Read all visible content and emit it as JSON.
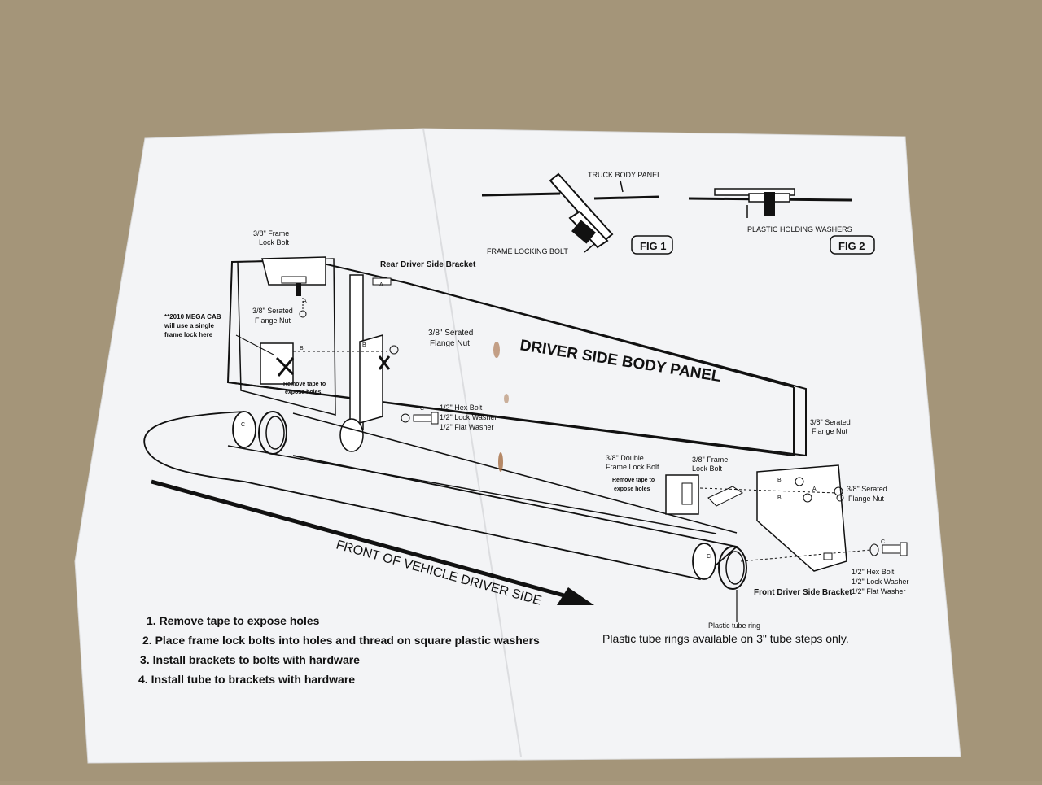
{
  "fig1": {
    "truck_body_panel": "TRUCK BODY PANEL",
    "frame_locking_bolt": "FRAME LOCKING BOLT",
    "label": "FIG 1"
  },
  "fig2": {
    "plastic_holding_washers": "PLASTIC HOLDING WASHERS",
    "label": "FIG 2"
  },
  "rear_bracket": {
    "frame_lock_bolt_1": "3/8\" Frame",
    "frame_lock_bolt_2": "Lock Bolt",
    "title": "Rear Driver Side Bracket",
    "flange_nut_1": "3/8\" Serated",
    "flange_nut_2": "Flange Nut",
    "mega_cab_1": "**2010 MEGA CAB",
    "mega_cab_2": "will use a single",
    "mega_cab_3": "frame lock here",
    "remove_tape_1": "Remove tape to",
    "remove_tape_2": "expose holes",
    "flange_nut_b_1": "3/8\" Serated",
    "flange_nut_b_2": "Flange Nut",
    "hex_bolt": "1/2\" Hex Bolt",
    "lock_washer": "1/2\" Lock Washer",
    "flat_washer": "1/2\" Flat Washer"
  },
  "body_panel_title": "DRIVER SIDE BODY PANEL",
  "front_bracket": {
    "flange_nut_top_1": "3/8\" Serated",
    "flange_nut_top_2": "Flange Nut",
    "double_bolt_1": "3/8\" Double",
    "double_bolt_2": "Frame Lock Bolt",
    "remove_tape_1": "Remove tape to",
    "remove_tape_2": "expose holes",
    "frame_lock_1": "3/8\" Frame",
    "frame_lock_2": "Lock Bolt",
    "flange_nut_side_1": "3/8\" Serated",
    "flange_nut_side_2": "Flange Nut",
    "hex_bolt": "1/2\" Hex Bolt",
    "lock_washer": "1/2\" Lock Washer",
    "flat_washer": "1/2\" Flat Washer",
    "title": "Front Driver Side Bracket"
  },
  "markers": {
    "a": "A",
    "b": "B",
    "c": "C"
  },
  "front_of_vehicle": "FRONT OF VEHICLE DRIVER SIDE",
  "tube_ring_label": "Plastic tube ring",
  "tube_ring_note": "Plastic tube rings available on 3\" tube steps only.",
  "steps": [
    "1. Remove tape to expose holes",
    "2. Place  frame lock bolts into holes and thread on square plastic washers",
    "3. Install brackets to bolts with hardware",
    "4. Install tube to brackets with hardware"
  ],
  "colors": {
    "background": "#a8997d",
    "paper": "#f4f5f7",
    "ink": "#111111",
    "rust": "#9a5a2a"
  }
}
